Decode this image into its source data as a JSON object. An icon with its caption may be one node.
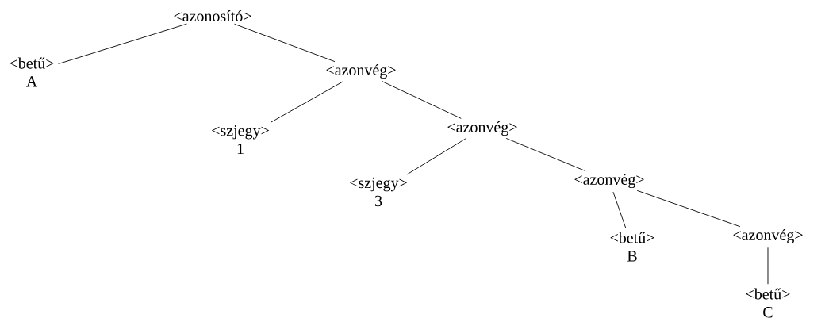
{
  "diagram": {
    "nodes": [
      {
        "text": [
          "<azonosító>"
        ]
      },
      {
        "text": [
          "<betű>",
          "A"
        ]
      },
      {
        "text": [
          "<azonvég>"
        ]
      },
      {
        "text": [
          "<szjegy>",
          "1"
        ]
      },
      {
        "text": [
          "<azonvég>"
        ]
      },
      {
        "text": [
          "<szjegy>",
          "3"
        ]
      },
      {
        "text": [
          "<azonvég>"
        ]
      },
      {
        "text": [
          "<betű>",
          "B"
        ]
      },
      {
        "text": [
          "<azonvég>"
        ]
      },
      {
        "text": [
          "<betű>",
          "C"
        ]
      }
    ],
    "edges": [
      {
        "from": 0,
        "to": 1,
        "arrow": "none"
      },
      {
        "from": 0,
        "to": 2,
        "arrow": "none"
      },
      {
        "from": 2,
        "to": 3,
        "arrow": "none"
      },
      {
        "from": 2,
        "to": 4,
        "arrow": "none"
      },
      {
        "from": 4,
        "to": 5,
        "arrow": "none"
      },
      {
        "from": 4,
        "to": 6,
        "arrow": "none"
      },
      {
        "from": 6,
        "to": 7,
        "arrow": "none"
      },
      {
        "from": 6,
        "to": 8,
        "arrow": "none"
      },
      {
        "from": 8,
        "to": 9,
        "arrow": "none"
      }
    ]
  }
}
